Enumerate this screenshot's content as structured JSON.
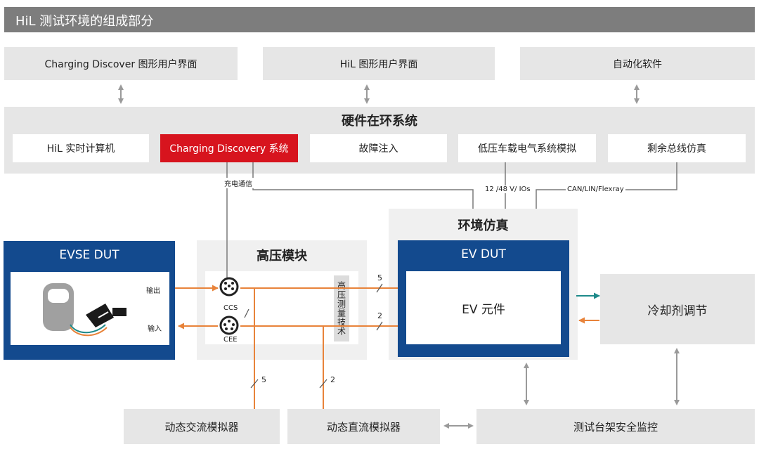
{
  "header": {
    "title": "HiL 测试环境的组成部分"
  },
  "top": {
    "gui_charging": "Charging Discover 图形用户界面",
    "gui_hil": "HiL 图形用户界面",
    "automation": "自动化软件"
  },
  "hil_system": {
    "title": "硬件在环系统",
    "realtime": "HiL 实时计算机",
    "charging_discovery": "Charging Discovery 系统",
    "fault_injection": "故障注入",
    "lv_vehicle": "低压车载电气系统模拟",
    "restbus": "剩余总线仿真"
  },
  "labels": {
    "charging_comm": "充电通信",
    "ios": "12 /48 V/ IOs",
    "bus": "CAN/LIN/Flexray",
    "output": "输出",
    "input": "输入",
    "ccs": "CCS",
    "cee": "CEE",
    "hv_measure": "高压测量技术",
    "n5a": "5",
    "n2a": "2",
    "n5b": "5",
    "n2b": "2"
  },
  "evse": {
    "title": "EVSE DUT"
  },
  "hv_module": {
    "title": "高压模块"
  },
  "env_sim": {
    "title": "环境仿真"
  },
  "ev_dut": {
    "title": "EV DUT",
    "component": "EV 元件"
  },
  "coolant": "冷却剂调节",
  "bottom": {
    "ac_sim": "动态交流模拟器",
    "dc_sim": "动态直流模拟器",
    "safety": "测试台架安全监控"
  },
  "colors": {
    "red": "#d7141e",
    "navy": "#134a8e",
    "orange": "#e8833a",
    "teal": "#1e8a8a",
    "gray_line": "#7a7a7a"
  }
}
